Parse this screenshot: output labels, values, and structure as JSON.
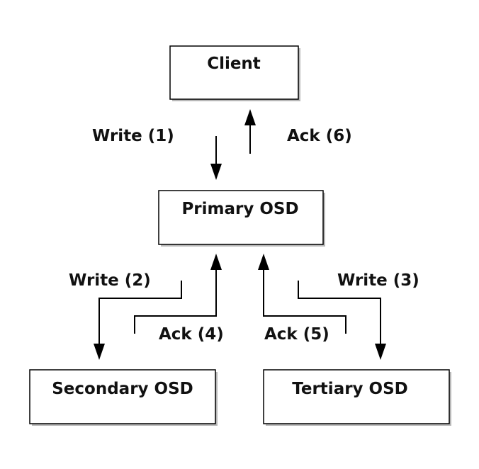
{
  "nodes": {
    "client": "Client",
    "primary": "Primary OSD",
    "secondary": "Secondary OSD",
    "tertiary": "Tertiary OSD"
  },
  "edges": {
    "write1": "Write (1)",
    "ack6": "Ack (6)",
    "write2": "Write (2)",
    "ack4": "Ack (4)",
    "ack5": "Ack (5)",
    "write3": "Write (3)"
  }
}
